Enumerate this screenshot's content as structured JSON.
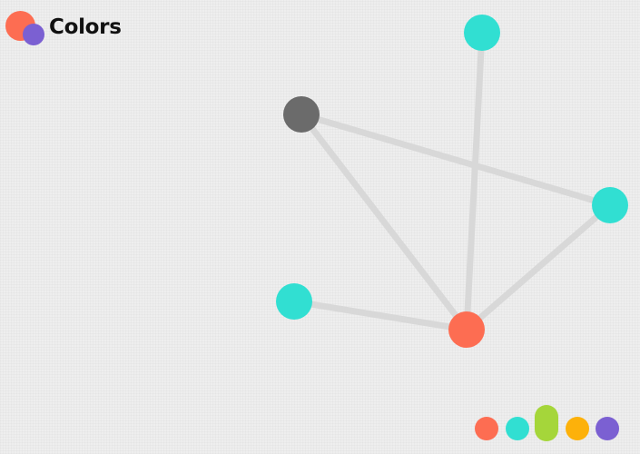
{
  "app": {
    "title": "Colors",
    "logo_colors": [
      "#fd6d52",
      "#7b60d2"
    ]
  },
  "graph": {
    "nodes": [
      {
        "id": "n-top",
        "color": "#31dfd2"
      },
      {
        "id": "n-gray",
        "color": "#6b6b6b"
      },
      {
        "id": "n-right",
        "color": "#31dfd2"
      },
      {
        "id": "n-left",
        "color": "#31dfd2"
      },
      {
        "id": "n-bottom",
        "color": "#fd6d52"
      }
    ],
    "edges": [
      [
        "n-top",
        "n-bottom"
      ],
      [
        "n-gray",
        "n-bottom"
      ],
      [
        "n-gray",
        "n-right"
      ],
      [
        "n-right",
        "n-bottom"
      ],
      [
        "n-left",
        "n-bottom"
      ]
    ],
    "edge_color": "#d8d8d8"
  },
  "palette": {
    "colors": [
      {
        "name": "coral",
        "color": "#fd6d52",
        "selected": false
      },
      {
        "name": "turquoise",
        "color": "#31dfd2",
        "selected": false
      },
      {
        "name": "lime",
        "color": "#a5d63a",
        "selected": true
      },
      {
        "name": "amber",
        "color": "#fdb10a",
        "selected": false
      },
      {
        "name": "purple",
        "color": "#7b60d2",
        "selected": false
      }
    ]
  }
}
